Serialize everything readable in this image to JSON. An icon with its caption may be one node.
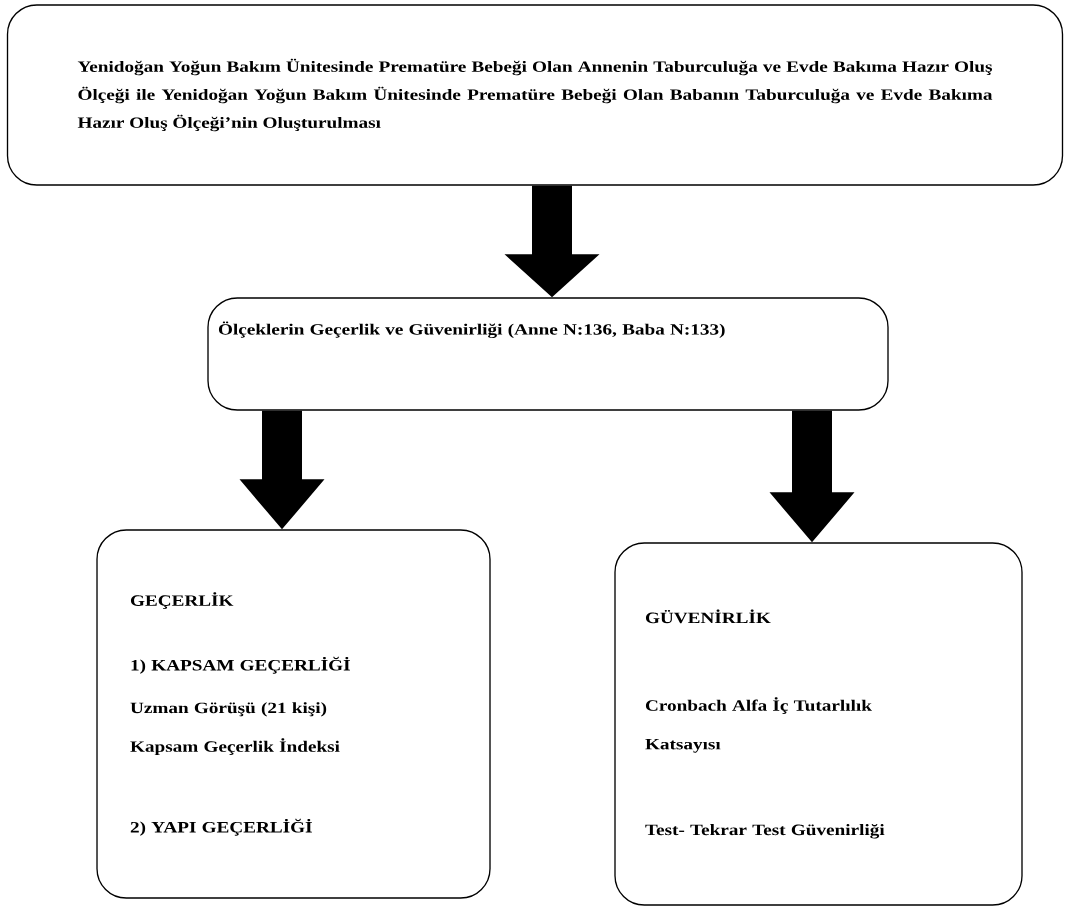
{
  "diagram": {
    "nodes": [
      {
        "text": [
          "Yenidoğan Yoğun Bakım Ünitesinde Prematüre Bebeği Olan Annenin Taburculuğa ve Evde Bakıma Hazır Oluş Ölçeği ile Yenidoğan Yoğun Bakım Ünitesinde Prematüre Bebeği Olan Babanın Taburculuğa ve Evde Bakıma Hazır Oluş Ölçeği’nin Oluşturulması"
        ]
      },
      {
        "text": [
          "Ölçeklerin Geçerlik ve Güvenirliği (Anne N:136, Baba N:133)"
        ]
      },
      {
        "text": [
          "GEÇERLİK",
          "1) KAPSAM GEÇERLİĞİ",
          "Uzman Görüşü (21 kişi)",
          "Kapsam Geçerlik İndeksi",
          "2) YAPI GEÇERLİĞİ"
        ]
      },
      {
        "text": [
          "GÜVENİRLİK",
          "Cronbach Alfa İç Tutarlılık Katsayısı",
          "Test- Tekrar Test Güvenirliği"
        ]
      }
    ],
    "edges": [
      {
        "from": 0,
        "to": 1,
        "arrow": "to"
      },
      {
        "from": 1,
        "to": 2,
        "arrow": "to"
      },
      {
        "from": 1,
        "to": 3,
        "arrow": "to"
      }
    ]
  }
}
